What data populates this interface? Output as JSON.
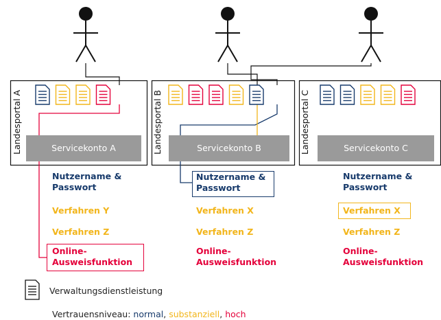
{
  "portals": [
    {
      "name": "Landesportal A",
      "servicekonto": "Servicekonto A",
      "doc_colors": [
        "#173a6b",
        "#f2b51a",
        "#f2b51a",
        "#e4003a"
      ]
    },
    {
      "name": "Landesportal B",
      "servicekonto": "Servicekonto B",
      "doc_colors": [
        "#f2b51a",
        "#e4003a",
        "#e4003a",
        "#f2b51a",
        "#173a6b"
      ]
    },
    {
      "name": "Landesportal C",
      "servicekonto": "Servicekonto C",
      "doc_colors": [
        "#173a6b",
        "#173a6b",
        "#f2b51a",
        "#f2b51a",
        "#e4003a"
      ]
    }
  ],
  "columns": [
    {
      "auth": "Nutzername &\nPasswort",
      "auth_line1": "Nutzername &",
      "auth_line2": "Passwort",
      "proc1": "Verfahren Y",
      "proc2": "Verfahren Z",
      "eid_line1": "Online-",
      "eid_line2": "Ausweisfunktion"
    },
    {
      "auth_line1": "Nutzername &",
      "auth_line2": "Passwort",
      "proc1": "Verfahren X",
      "proc2": "Verfahren Z",
      "eid_line1": "Online-",
      "eid_line2": "Ausweisfunktion"
    },
    {
      "auth_line1": "Nutzername &",
      "auth_line2": "Passwort",
      "proc1": "Verfahren X",
      "proc2": "Verfahren Z",
      "eid_line1": "Online-",
      "eid_line2": "Ausweisfunktion"
    }
  ],
  "legend": {
    "doc_label": "Verwaltungsdienstleistung",
    "trust_prefix": "Vertrauensniveau: ",
    "trust_normal": "normal",
    "sep1": ", ",
    "trust_substantial": "substanziell",
    "sep2": ", ",
    "trust_high": "hoch"
  },
  "colors": {
    "normal": "#173a6b",
    "substanziell": "#f2b51a",
    "hoch": "#e4003a",
    "servicekonto_bg": "#9a9a9a"
  },
  "icons": [
    "person-icon",
    "document-icon"
  ]
}
